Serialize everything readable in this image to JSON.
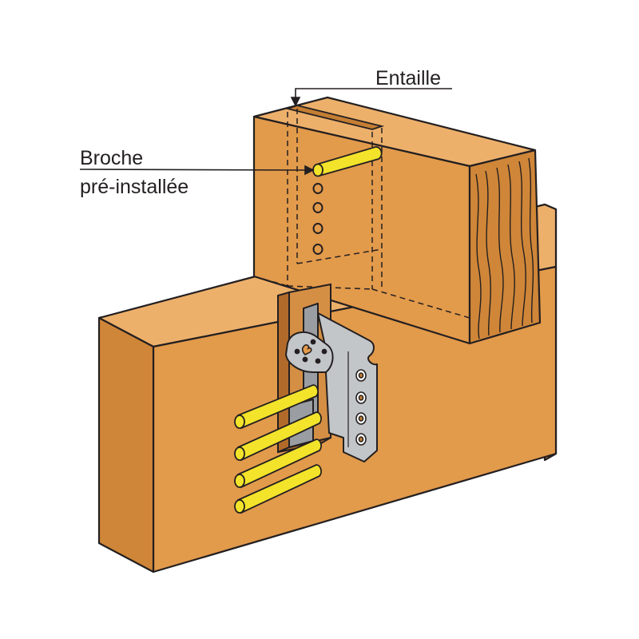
{
  "labels": {
    "notch": "Entaille",
    "pin_line1": "Broche",
    "pin_line2": "pré-installée"
  },
  "colors": {
    "wood": "#e29a4b",
    "wood_top": "#edb06b",
    "wood_side": "#cf8638",
    "wood_grain": "#b36d2a",
    "outline": "#231f20",
    "pin": "#f3e32a",
    "pin_shade": "#d6c41a",
    "steel": "#c3c6c9",
    "steel_shade": "#9a9ea3",
    "slot": "#b26a2b"
  },
  "icons": {
    "pin": "dowel-pin",
    "bracket": "concealed-beam-hanger",
    "arrow": "leader-arrow"
  }
}
